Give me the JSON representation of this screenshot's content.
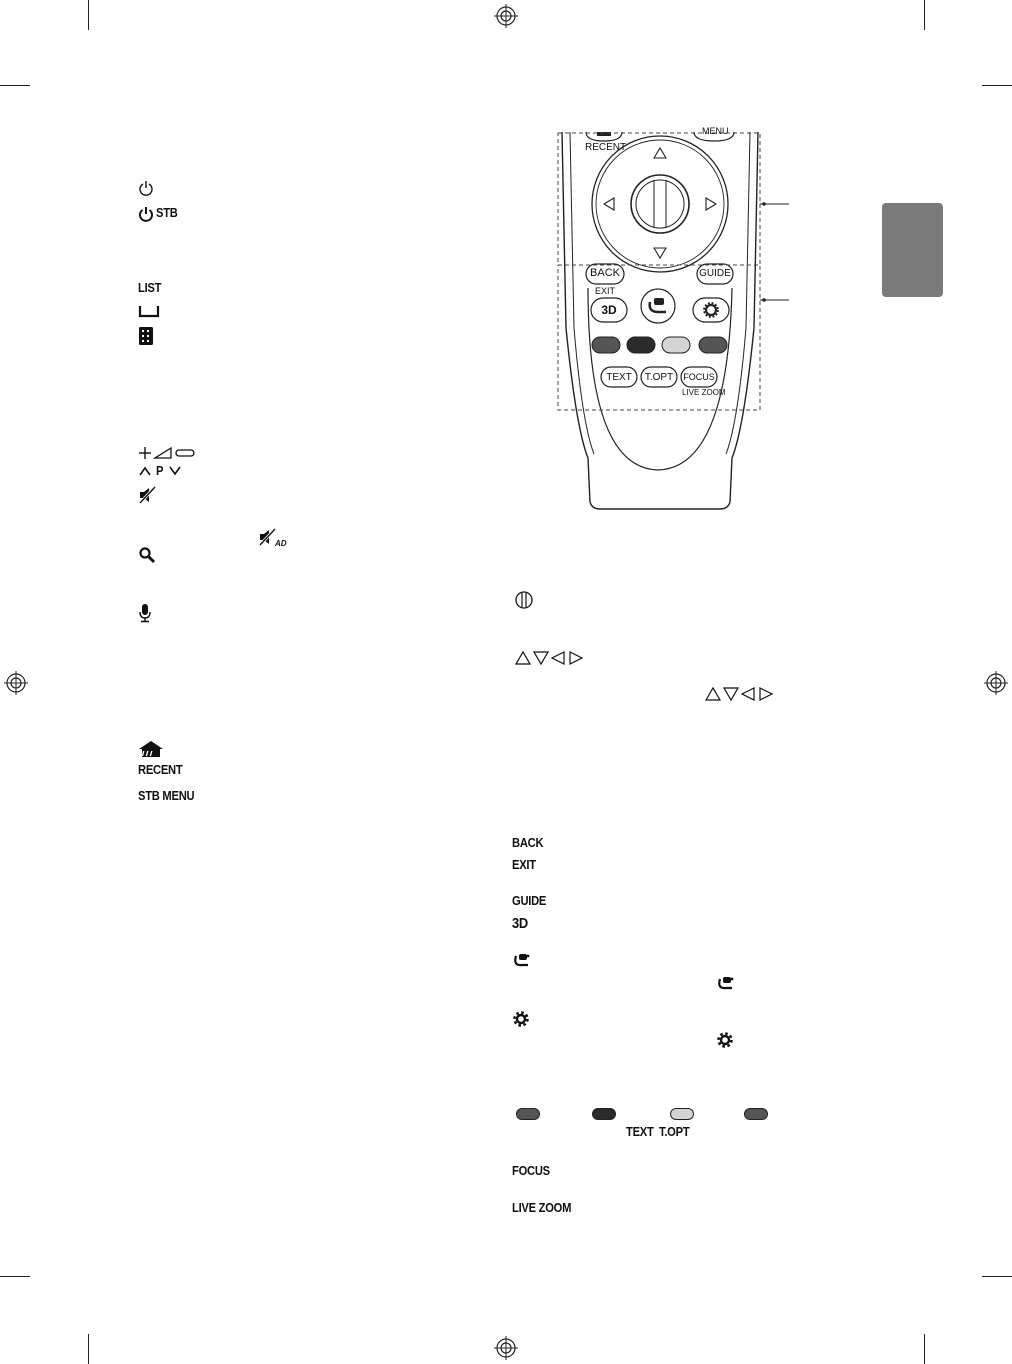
{
  "labels_left": {
    "stb": "STB",
    "list": "LIST",
    "p": "P",
    "recent": "RECENT",
    "stb_menu": "STB MENU"
  },
  "remote": {
    "recent": "RECENT",
    "menu": "MENU",
    "back": "BACK",
    "exit": "EXIT",
    "guide": "GUIDE",
    "three_d": "3D",
    "text": "TEXT",
    "topt": "T.OPT",
    "focus": "FOCUS",
    "live_zoom": "LIVE ZOOM",
    "color_buttons": [
      "#555555",
      "#2b2b2b",
      "#d4d4d4",
      "#555555"
    ]
  },
  "labels_right": {
    "back": "BACK",
    "exit": "EXIT",
    "guide": "GUIDE",
    "three_d": "3D",
    "text": "TEXT",
    "topt": "T.OPT",
    "focus": "FOCUS",
    "live_zoom": "LIVE ZOOM"
  },
  "colors": {
    "language_tab": "#7a7a7a",
    "ink": "#111111"
  }
}
